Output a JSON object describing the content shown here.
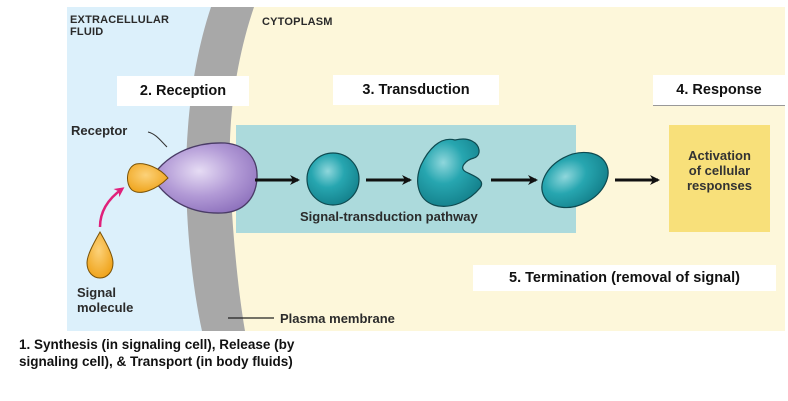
{
  "regions": {
    "extracellular": "EXTRACELLULAR FLUID",
    "extracellular_line1": "EXTRACELLULAR",
    "extracellular_line2": "FLUID",
    "cytoplasm": "CYTOPLASM"
  },
  "steps": {
    "reception": "2. Reception",
    "transduction": "3. Transduction",
    "response": "4. Response",
    "termination": "5. Termination (removal of signal)",
    "synthesis_line1": "1. Synthesis (in signaling cell), Release (by",
    "synthesis_line2": "signaling cell), & Transport (in body fluids)"
  },
  "labels": {
    "receptor": "Receptor",
    "signal_molecule_line1": "Signal",
    "signal_molecule_line2": "molecule",
    "pathway": "Signal-transduction pathway",
    "plasma_membrane": "Plasma membrane",
    "response_line1": "Activation",
    "response_line2": "of cellular",
    "response_line3": "responses"
  },
  "colors": {
    "extracellular_bg": "#dcf0fb",
    "cytoplasm_bg": "#fdf7da",
    "membrane": "#a8a8a8",
    "pathway_box": "#acdadc",
    "response_box": "#f8e07a",
    "receptor": "#a98fcf",
    "signal_molecule": "#f2a91f",
    "relay_protein": "#1f9aa6",
    "binding_arrow": "#e0207a"
  }
}
